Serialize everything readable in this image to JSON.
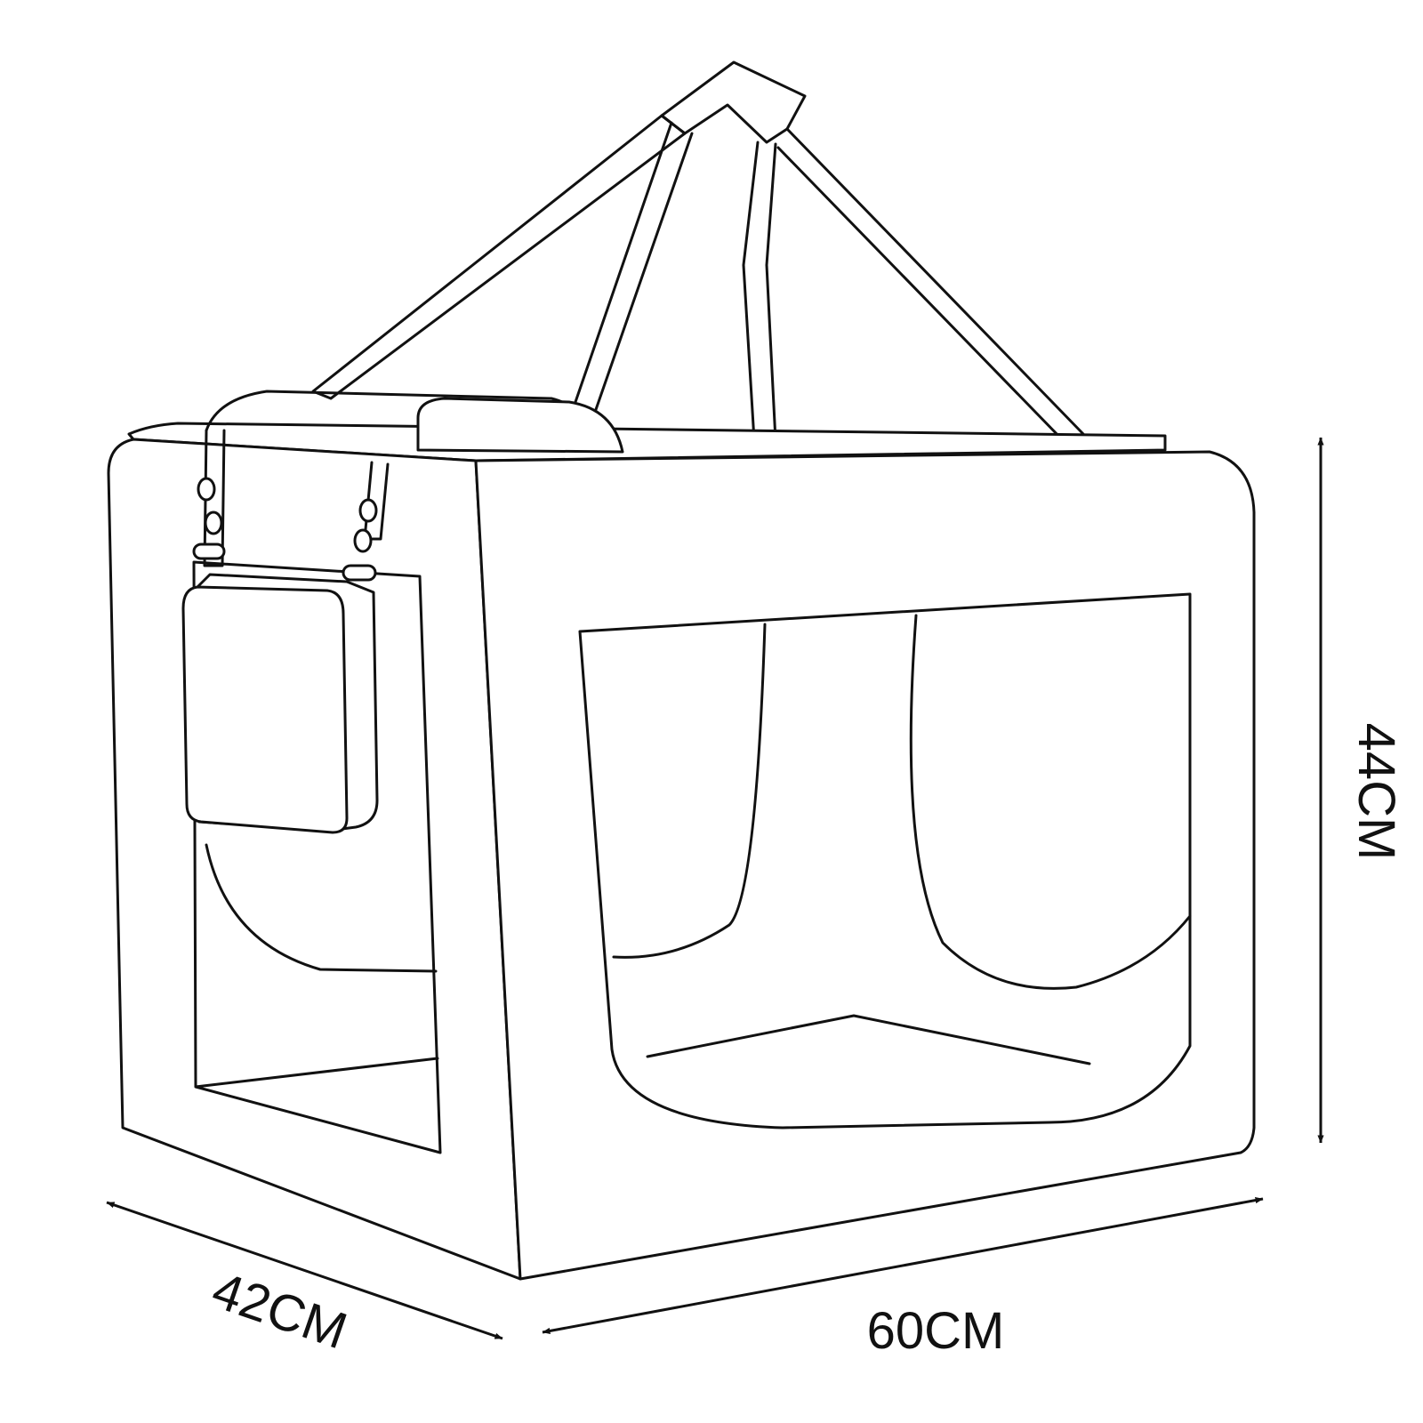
{
  "dimensions": {
    "depth": {
      "label": "42CM",
      "value": 42,
      "unit": "CM"
    },
    "width": {
      "label": "60CM",
      "value": 60,
      "unit": "CM"
    },
    "height": {
      "label": "44CM",
      "value": 44,
      "unit": "CM"
    }
  },
  "colors": {
    "line": "#111111",
    "background": "#ffffff"
  }
}
